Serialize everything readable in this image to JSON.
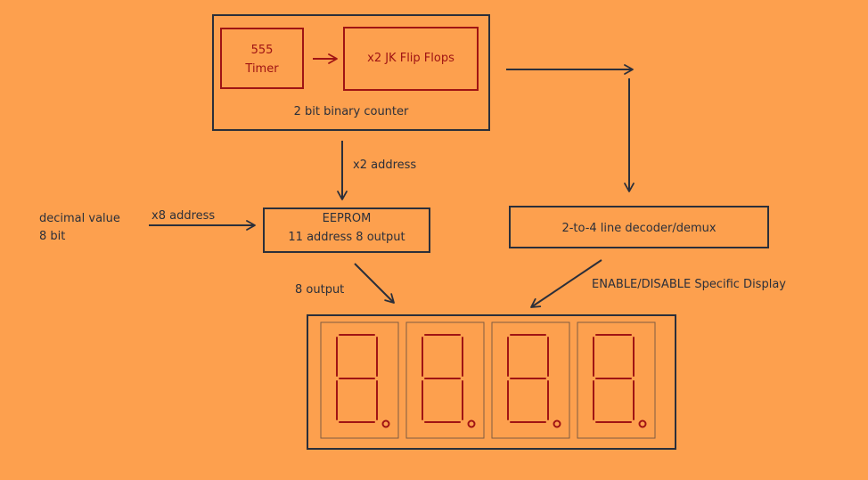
{
  "colors": {
    "background": "#FDA04E",
    "ink": "#2b2f3a",
    "accent": "#a01414"
  },
  "counter": {
    "timer_line1": "555",
    "timer_line2": "Timer",
    "flipflops": "x2 JK Flip Flops",
    "caption": "2 bit binary counter"
  },
  "arrows": {
    "address_x2": "x2 address",
    "address_x8": "x8 address",
    "output_8": "8 output",
    "enable_disable": "ENABLE/DISABLE Specific Display"
  },
  "input": {
    "line1": "decimal value",
    "line2": "8 bit"
  },
  "eeprom": {
    "title": "EEPROM",
    "subtitle": "11 address 8 output"
  },
  "decoder": {
    "label": "2-to-4 line decoder/demux"
  },
  "display": {
    "digit_count": 4,
    "segments_on": [
      "a",
      "b",
      "c",
      "d",
      "e",
      "f",
      "g",
      "dp"
    ]
  }
}
